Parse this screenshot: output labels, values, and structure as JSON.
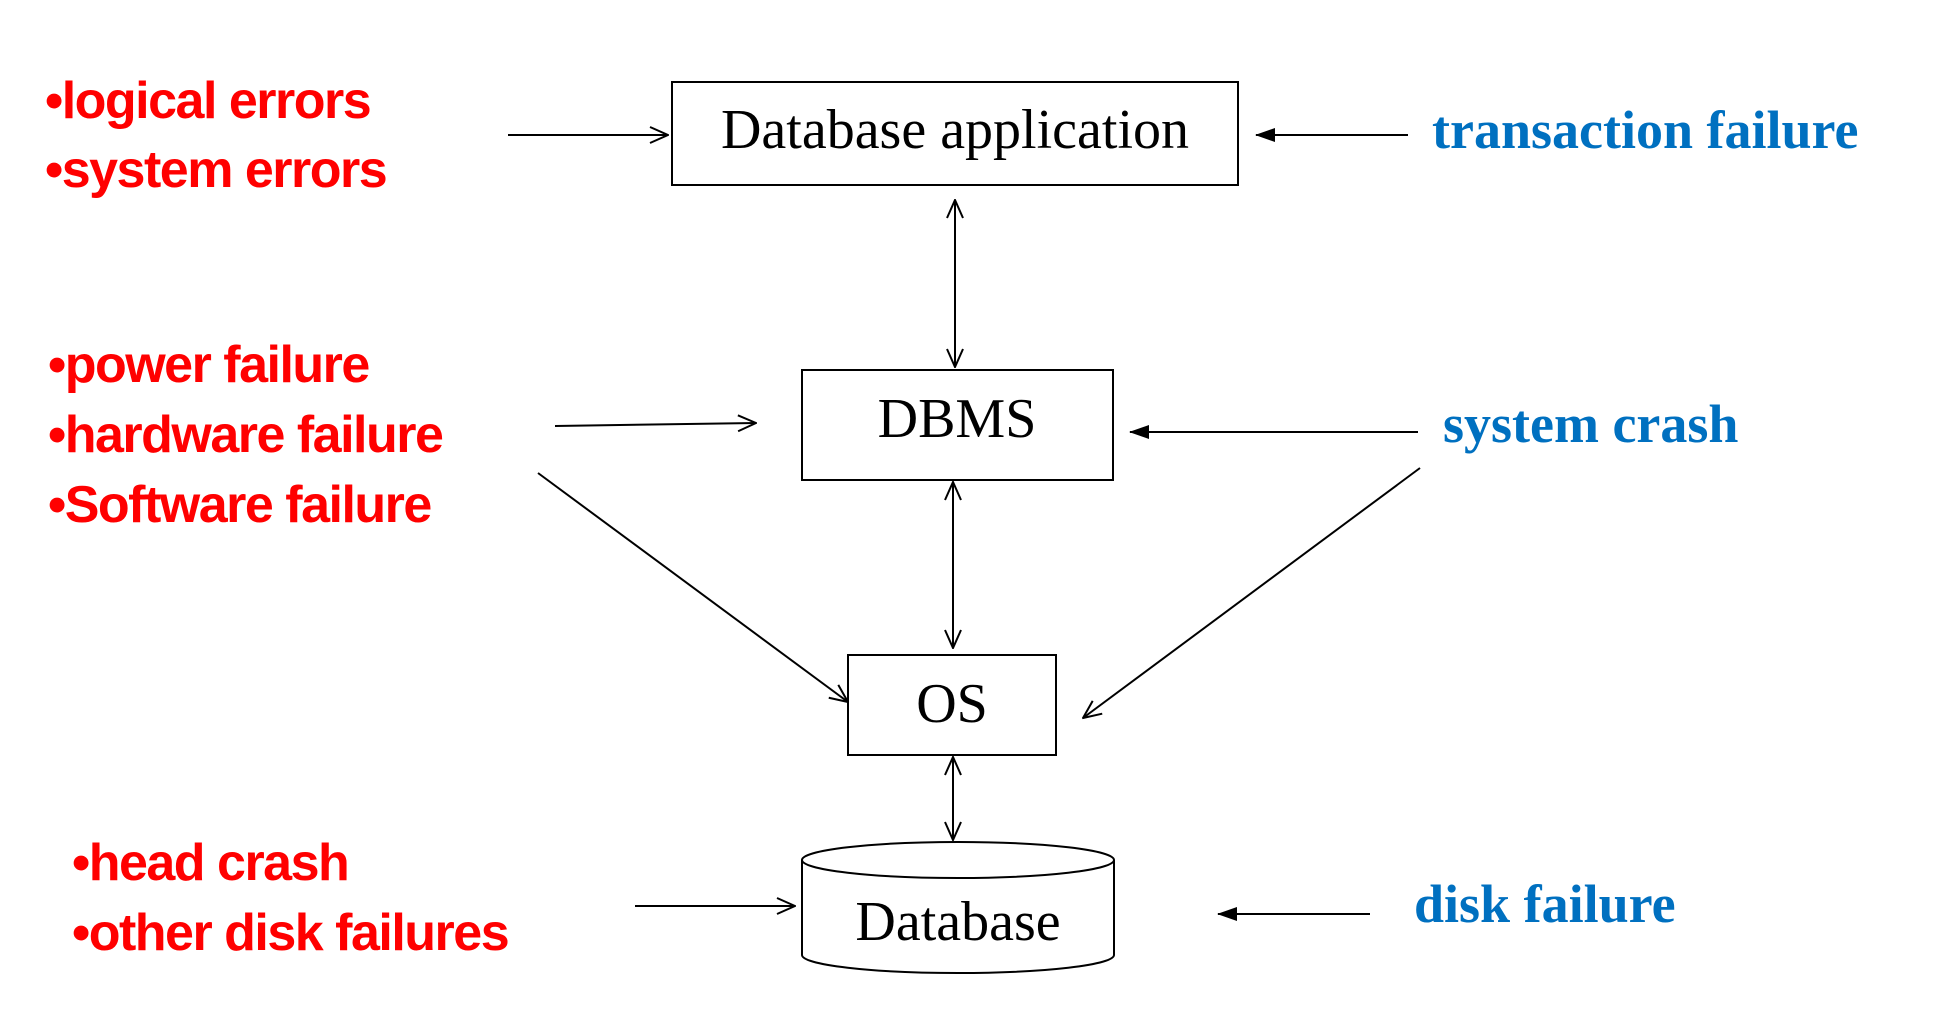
{
  "colors": {
    "cause": "#ff0000",
    "failure": "#0070c0",
    "ink": "#000000"
  },
  "components": {
    "app": "Database application",
    "dbms": "DBMS",
    "os": "OS",
    "database": "Database"
  },
  "causes": {
    "application": [
      "•logical errors",
      "•system errors"
    ],
    "system": [
      "•power failure",
      "•hardware failure",
      "•Software failure"
    ],
    "disk": [
      "•head crash",
      "•other disk failures"
    ]
  },
  "failures": {
    "transaction": "transaction failure",
    "system": "system crash",
    "disk": "disk failure"
  }
}
